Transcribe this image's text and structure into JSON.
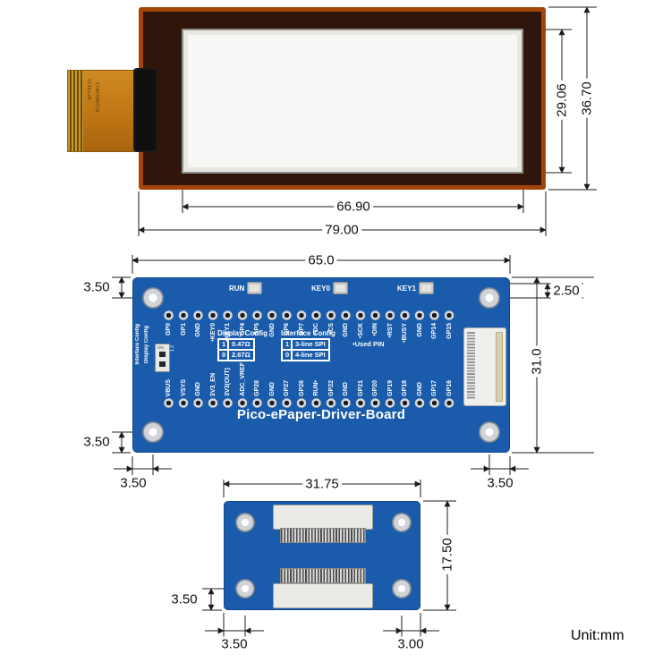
{
  "unit_label": "Unit:mm",
  "colors": {
    "pcb_blue": "#1a5cab",
    "silkscreen": "#ffffff",
    "panel_edge_orange": "#a3450b",
    "dimension_line": "#1c1c1c"
  },
  "epaper_panel": {
    "flex_markings": [
      "WFT0213",
      "0120062013"
    ],
    "dims": {
      "inner_width": "66.90",
      "outer_width": "79.00",
      "inner_height": "29.06",
      "outer_height": "36.70"
    }
  },
  "driver_board": {
    "title": "Pico-ePaper-Driver-Board",
    "buttons": [
      {
        "label": "RUN"
      },
      {
        "label": "KEY0"
      },
      {
        "label": "KEY1"
      }
    ],
    "top_pins": [
      "GP0",
      "GP1",
      "GND",
      "•KEY0",
      "•KEY1",
      "GP4",
      "GP5",
      "GND",
      "GP6",
      "GP7",
      "•DC",
      "•CS",
      "GND",
      "•SCK",
      "•DIN",
      "•RST",
      "•BUSY",
      "GND",
      "GP14",
      "GP15"
    ],
    "bottom_pins": [
      "VBUS",
      "VSYS",
      "GND",
      "3V3_EN",
      "3V3(OUT)",
      "ADC_VREF",
      "GP28",
      "GND",
      "GP27",
      "GP26",
      "RUN•",
      "GP22",
      "GND",
      "GP21",
      "GP20",
      "GP19",
      "GP18",
      "GND",
      "GP17",
      "GP16"
    ],
    "display_config": {
      "title": "Display Config",
      "rows": [
        [
          "1",
          "0.47Ω"
        ],
        [
          "0",
          "2.67Ω"
        ]
      ]
    },
    "interface_config": {
      "title": "Interface Config",
      "rows": [
        [
          "1",
          "3-line SPI"
        ],
        [
          "0",
          "4-line SPI"
        ]
      ]
    },
    "used_pin_note": "•Used PIN",
    "side_labels": {
      "interface": "Interface Config",
      "display": "Display Config"
    },
    "dip_switch": {
      "on_label": "ON",
      "positions": "1 2"
    },
    "dims": {
      "width": "65.0",
      "height": "31.0",
      "hole_top_left": "3.50",
      "hole_top_right": "2.50",
      "hole_bottom_left": "3.50",
      "hole_bottom_left_x": "3.50",
      "hole_bottom_right_x": "3.50"
    }
  },
  "adapter_board": {
    "dims": {
      "width": "31.75",
      "height": "17.50",
      "hole_left_y": "3.50",
      "hole_bottom_left_x": "3.50",
      "hole_bottom_right_x": "3.00"
    }
  }
}
